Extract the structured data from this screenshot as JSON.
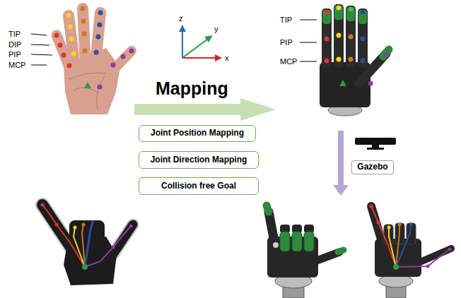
{
  "diagram": {
    "nodes": [
      {
        "text": [
          "Joint Position Mapping"
        ]
      },
      {
        "text": [
          "Joint Direction Mapping"
        ]
      },
      {
        "text": [
          "Collision free Goal"
        ]
      },
      {
        "text": [
          "Gazebo"
        ]
      }
    ],
    "labels": [
      "TIP",
      "DIP",
      "PIP",
      "MCP",
      "z",
      "y",
      "x",
      "Mapping",
      "TIP",
      "PIP",
      "MCP"
    ]
  }
}
